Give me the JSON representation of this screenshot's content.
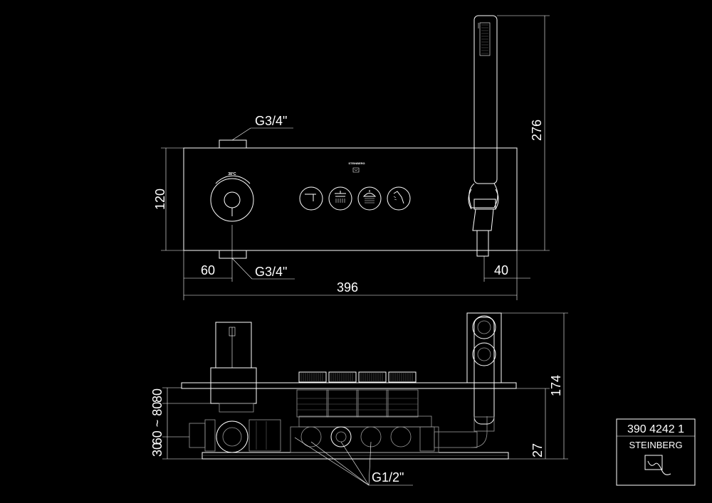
{
  "dimensions": {
    "top_connection": "G3/4\"",
    "bottom_connection": "G3/4\"",
    "plate_height": "120",
    "left_offset": "60",
    "right_offset": "40",
    "plate_width": "396",
    "hose_height": "276",
    "side_height": "174",
    "side_base": "27",
    "depth_80": "80",
    "depth_60_80": "60 ~ 80",
    "depth_30": "30",
    "inlet_thread": "G1/2\""
  },
  "thermostat_label": "38°C",
  "logo_small": "STEINBERG",
  "title_block": {
    "article_number": "390 4242 1",
    "brand": "STEINBERG"
  },
  "icons": [
    "spout-icon",
    "shower-head-icon",
    "rain-shower-icon",
    "hand-shower-icon"
  ]
}
